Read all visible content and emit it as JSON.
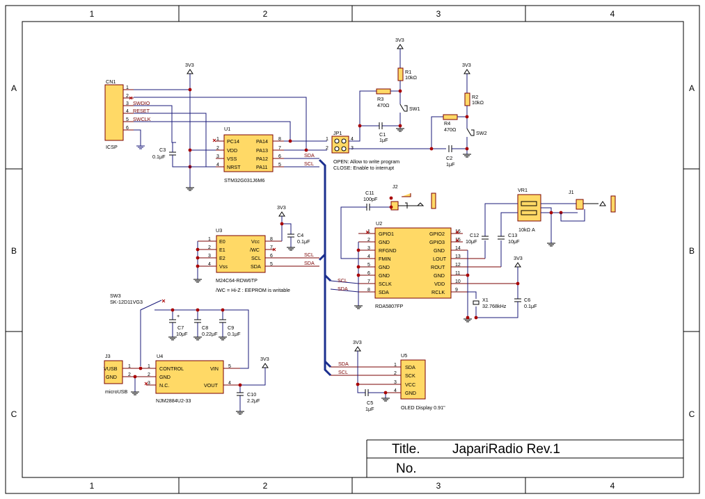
{
  "frame": {
    "col_labels": [
      "1",
      "2",
      "3",
      "4"
    ],
    "row_labels": [
      "A",
      "B",
      "C"
    ]
  },
  "title_block": {
    "title_label": "Title.",
    "title_value": "JapariRadio Rev.1",
    "no_label": "No."
  },
  "cn1": {
    "ref": "CN1",
    "name": "ICSP",
    "pins": [
      "1",
      "2",
      "3",
      "4",
      "5",
      "6"
    ],
    "nets": [
      "SWDIO",
      "RESET",
      "SWCLK"
    ]
  },
  "u1": {
    "ref": "U1",
    "part": "STM32G031J6M6",
    "left_pins": [
      "PC14",
      "VDD",
      "VSS",
      "NRST"
    ],
    "left_nums": [
      "1",
      "2",
      "3",
      "4"
    ],
    "right_pins": [
      "PA14",
      "PA13",
      "PA12",
      "PA11"
    ],
    "right_nums": [
      "8",
      "7",
      "6",
      "5"
    ]
  },
  "c3": {
    "ref": "C3",
    "value": "0.1μF"
  },
  "jp1": {
    "ref": "JP1",
    "pins": [
      "1",
      "2",
      "3",
      "4"
    ],
    "note_open": "OPEN: Allow to write program",
    "note_close": "CLOSE: Enable to interrupt"
  },
  "sw_a": {
    "r1": {
      "ref": "R1",
      "value": "10kΩ"
    },
    "r3": {
      "ref": "R3",
      "value": "470Ω"
    },
    "c1": {
      "ref": "C1",
      "value": "1μF"
    },
    "sw": "SW1"
  },
  "sw_b": {
    "r2": {
      "ref": "R2",
      "value": "10kΩ"
    },
    "r4": {
      "ref": "R4",
      "value": "470Ω"
    },
    "c2": {
      "ref": "C2",
      "value": "1μF"
    },
    "sw": "SW2"
  },
  "u3": {
    "ref": "U3",
    "part": "M24C64-RDW6TP",
    "note": "/WC = Hi-Z : EEPROM is writable",
    "left_pins": [
      "E0",
      "E1",
      "E2",
      "Vss"
    ],
    "left_nums": [
      "1",
      "2",
      "3",
      "4"
    ],
    "right_pins": [
      "Vcc",
      "/WC",
      "SCL",
      "SDA"
    ],
    "right_nums": [
      "8",
      "7",
      "6",
      "5"
    ]
  },
  "c4": {
    "ref": "C4",
    "value": "0.1μF"
  },
  "u2": {
    "ref": "U2",
    "part": "RDA5807FP",
    "left_pins": [
      "GPIO1",
      "GND",
      "RFGND",
      "FMIN",
      "GND",
      "GND",
      "SCLK",
      "SDA"
    ],
    "left_nums": [
      "1",
      "2",
      "3",
      "4",
      "5",
      "6",
      "7",
      "8"
    ],
    "right_pins": [
      "GPIO2",
      "GPIO3",
      "GND",
      "LOUT",
      "ROUT",
      "GND",
      "VDD",
      "RCLK"
    ],
    "right_nums": [
      "16",
      "15",
      "14",
      "13",
      "12",
      "11",
      "10",
      "9"
    ]
  },
  "c11": {
    "ref": "C11",
    "value": "100pF"
  },
  "c12": {
    "ref": "C12",
    "value": "10μF"
  },
  "c13": {
    "ref": "C13",
    "value": "10μF"
  },
  "vr1": {
    "ref": "VR1",
    "value": "10kΩ A"
  },
  "c6": {
    "ref": "C6",
    "value": "0.1μF"
  },
  "x1": {
    "ref": "X1",
    "value": "32.768kHz"
  },
  "j1": {
    "ref": "J1"
  },
  "j2": {
    "ref": "J2"
  },
  "sw3": {
    "ref": "SW3",
    "part": "SK-12D11VG3"
  },
  "caps_u4": {
    "c7": {
      "ref": "C7",
      "value": "10μF"
    },
    "c8": {
      "ref": "C8",
      "value": "0.22μF"
    },
    "c9": {
      "ref": "C9",
      "value": "0.1μF"
    }
  },
  "j3": {
    "ref": "J3",
    "name": "microUSB",
    "pins": [
      "VUSB",
      "GND"
    ],
    "nums": [
      "1",
      "2"
    ]
  },
  "u4": {
    "ref": "U4",
    "part": "NJM2884U2-33",
    "left_pins": [
      "CONTROL",
      "GND",
      "N.C."
    ],
    "left_nums": [
      "1",
      "2",
      "3"
    ],
    "right_pins": [
      "VIN",
      "VOUT"
    ],
    "right_nums": [
      "5",
      "4"
    ]
  },
  "c10": {
    "ref": "C10",
    "value": "2.2μF"
  },
  "u5": {
    "ref": "U5",
    "part": "OLED Display 0.91\"",
    "pins": [
      "SDA",
      "SCK",
      "VCC",
      "GND"
    ],
    "nums": [
      "1",
      "2",
      "3",
      "4"
    ]
  },
  "c5": {
    "ref": "C5",
    "value": "1μF"
  },
  "nets": {
    "v33": "3V3",
    "sda": "SDA",
    "scl": "SCL"
  },
  "colors": {
    "chip_fill": "#ffd966",
    "chip_border": "#7a0000",
    "wire": "#1a1a7a",
    "bus": "#1b2f8f",
    "junction": "#a80000"
  }
}
